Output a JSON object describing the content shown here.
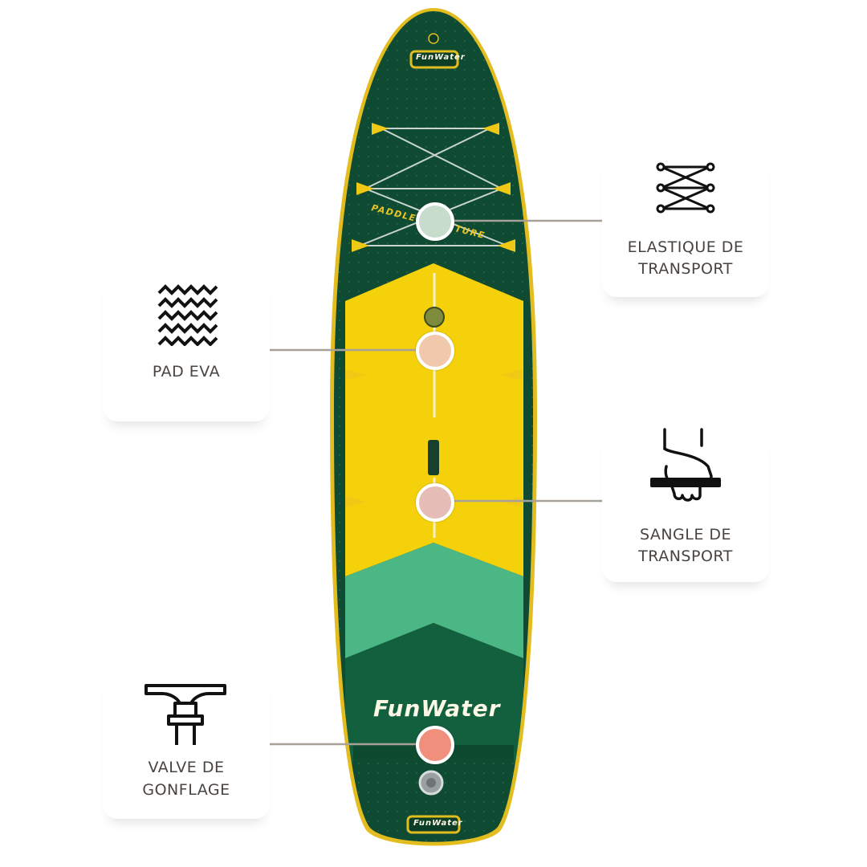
{
  "board": {
    "brand": "FunWater",
    "slogan": "PADDLE TO FUTURE",
    "colors": {
      "dark_green": "#0d4a32",
      "yellow": "#f5d300",
      "rail_yellow": "#e8c21a",
      "mint_green": "#45b582",
      "inner_green": "#125c3c"
    }
  },
  "features": [
    {
      "id": "elastique",
      "label_line1": "ELASTIQUE DE",
      "label_line2": "TRANSPORT",
      "icon": "bungee-cord-icon",
      "marker_color": "#c7dccd"
    },
    {
      "id": "pad-eva",
      "label_line1": "PAD EVA",
      "label_line2": "",
      "icon": "eva-pattern-icon",
      "marker_color": "#f0c9ad"
    },
    {
      "id": "sangle",
      "label_line1": "SANGLE DE",
      "label_line2": "TRANSPORT",
      "icon": "carry-handle-hand-icon",
      "marker_color": "#e6bdb6"
    },
    {
      "id": "valve",
      "label_line1": "VALVE DE",
      "label_line2": "GONFLAGE",
      "icon": "inflation-valve-icon",
      "marker_color": "#ef8f7c"
    }
  ],
  "colors": {
    "connector_line": "#a8a19a",
    "label_text": "#4a4440"
  }
}
